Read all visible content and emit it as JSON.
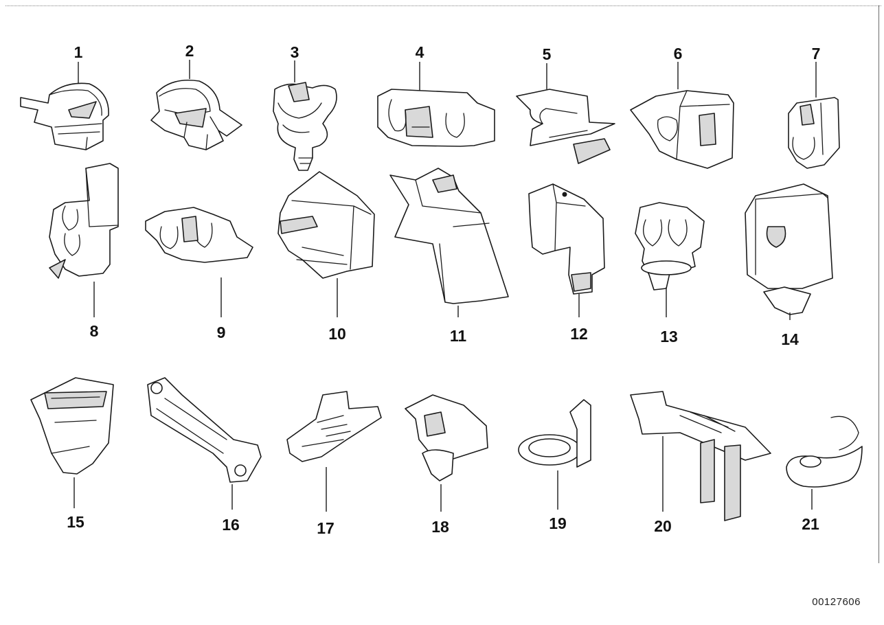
{
  "callouts": [
    "1",
    "2",
    "3",
    "4",
    "5",
    "6",
    "7",
    "8",
    "9",
    "10",
    "11",
    "12",
    "13",
    "14",
    "15",
    "16",
    "17",
    "18",
    "19",
    "20",
    "21"
  ],
  "document_number": "00127606"
}
